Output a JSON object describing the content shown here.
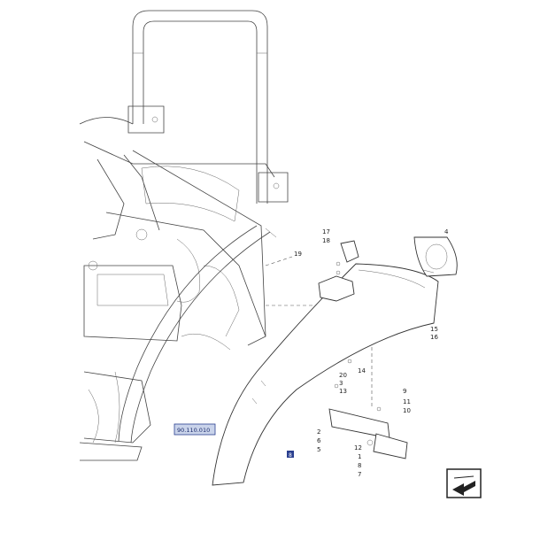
{
  "reference_box": {
    "label": "90.110.010",
    "color": "#c9d3ea",
    "border": "#2a3f8f"
  },
  "mark_box": {
    "label": "8",
    "color": "#2a3f8f"
  },
  "callouts": [
    {
      "id": "c17",
      "text": "17"
    },
    {
      "id": "c18",
      "text": "18"
    },
    {
      "id": "c19",
      "text": "19"
    },
    {
      "id": "c4",
      "text": "4"
    },
    {
      "id": "c15",
      "text": "15"
    },
    {
      "id": "c16",
      "text": "16"
    },
    {
      "id": "c14",
      "text": "14"
    },
    {
      "id": "c20",
      "text": "20"
    },
    {
      "id": "c3",
      "text": "3"
    },
    {
      "id": "c13",
      "text": "13"
    },
    {
      "id": "c9",
      "text": "9"
    },
    {
      "id": "c11",
      "text": "11"
    },
    {
      "id": "c10",
      "text": "10"
    },
    {
      "id": "c2",
      "text": "2"
    },
    {
      "id": "c6",
      "text": "6"
    },
    {
      "id": "c5",
      "text": "5"
    },
    {
      "id": "c12",
      "text": "12"
    },
    {
      "id": "c1",
      "text": "1"
    },
    {
      "id": "c8",
      "text": "8"
    },
    {
      "id": "c7",
      "text": "7"
    }
  ],
  "nav_icon": {
    "name": "arrow-icon"
  }
}
